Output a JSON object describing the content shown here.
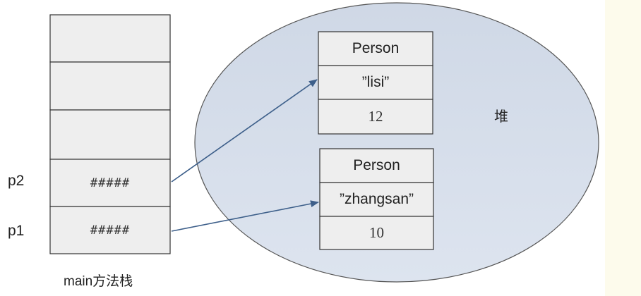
{
  "stack": {
    "label": "main方法栈",
    "cells": [
      "",
      "",
      "",
      "#####",
      "#####"
    ]
  },
  "variables": {
    "p2": "p2",
    "p1": "p1"
  },
  "heap": {
    "label": "堆"
  },
  "objects": [
    {
      "class_name": "Person",
      "name_value": "”lisi”",
      "age_value": "12"
    },
    {
      "class_name": "Person",
      "name_value": "”zhangsan”",
      "age_value": "10"
    }
  ],
  "colors": {
    "heap_fill": "#d3dcea",
    "heap_stroke": "#555555",
    "cell_fill": "#eeeeee",
    "arrow": "#3d5f8a",
    "background_strip": "#fdfbec"
  }
}
